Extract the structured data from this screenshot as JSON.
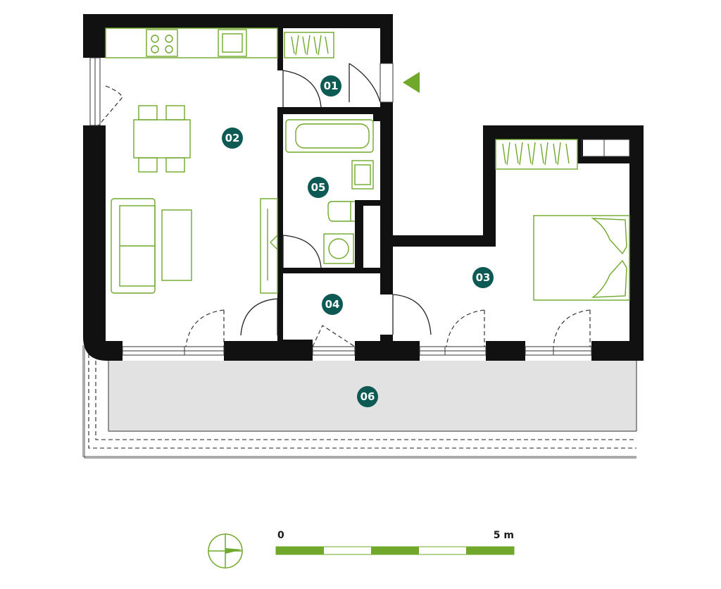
{
  "colors": {
    "accent": "#6fa82a",
    "badge": "#0d5a54",
    "wall": "#111111",
    "balcony": "#e2e2e2"
  },
  "rooms": [
    {
      "id": "01",
      "label": "01"
    },
    {
      "id": "02",
      "label": "02"
    },
    {
      "id": "03",
      "label": "03"
    },
    {
      "id": "04",
      "label": "04"
    },
    {
      "id": "05",
      "label": "05"
    },
    {
      "id": "06",
      "label": "06"
    }
  ],
  "scale_bar": {
    "start_label": "0",
    "end_label": "5 m"
  },
  "icons": {
    "entrance": "triangle-arrow-icon",
    "compass": "compass-icon"
  }
}
